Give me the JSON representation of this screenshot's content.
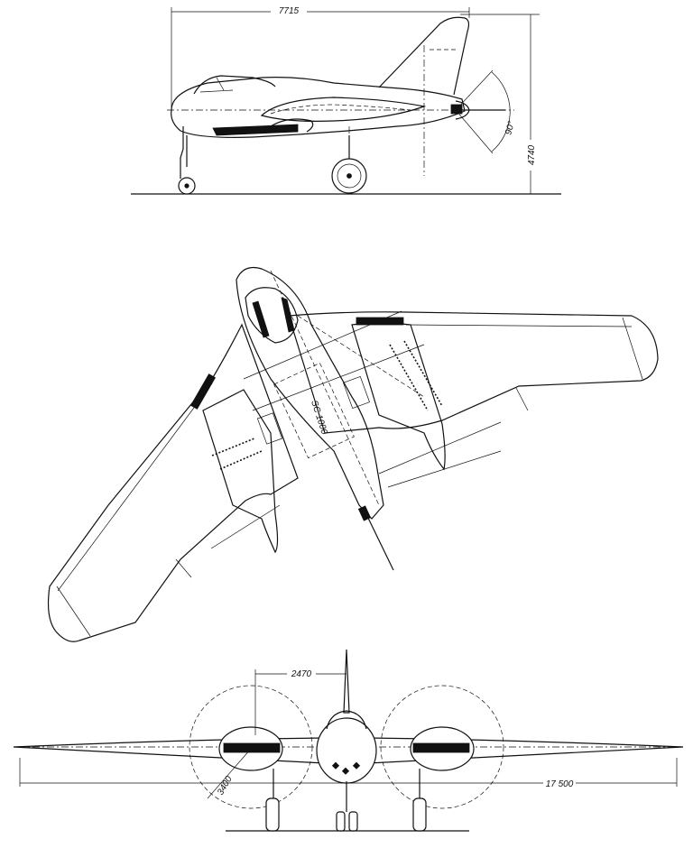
{
  "dimensions": {
    "length": "7715",
    "height": "4740",
    "angle": "90°",
    "bomb_label": "SC 1000",
    "prop_offset": "2470",
    "prop_radius": "3400",
    "span": "17 500"
  },
  "colors": {
    "ink": "#111111",
    "paper": "#ffffff"
  }
}
